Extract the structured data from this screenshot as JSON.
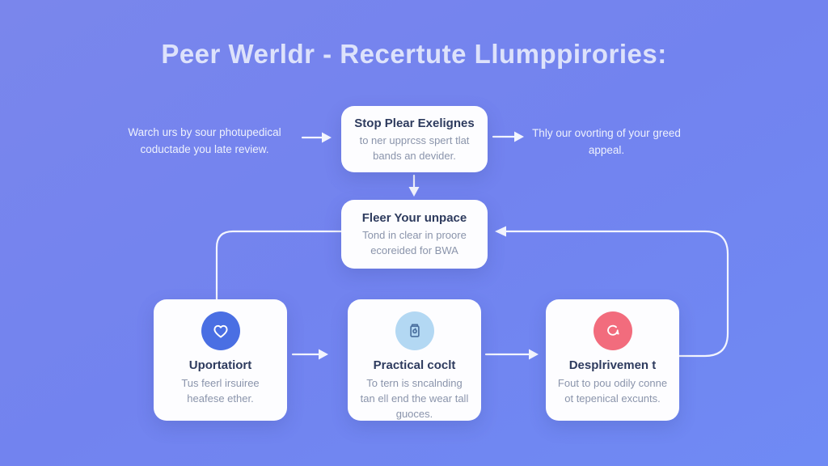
{
  "title": "Peer Werldr - Recertute Llumppirories:",
  "flow": {
    "left_note": "Warch urs by sour photupedical coductade you late review.",
    "right_note": "Thly our ovorting of your greed appeal.",
    "top_box": {
      "title": "Stop Plear Exelignes",
      "body": "to ner upprcss spert tlat bands an devider."
    },
    "middle_box": {
      "title": "Fleer Your unpace",
      "body": "Tond in clear in proore ecoreided for BWA"
    },
    "bottom_boxes": [
      {
        "icon": "heart-icon",
        "title": "Uportatiort",
        "body": "Tus feerl irsuiree heafese ether."
      },
      {
        "icon": "clipboard-icon",
        "title": "Practical coclt",
        "body": "To tern is sncalnding tan ell end the wear tall guoces."
      },
      {
        "icon": "chat-bubble-icon",
        "title": "Desplrivemen t",
        "body": "Fout to pou odily conne ot tepenical excunts."
      }
    ]
  },
  "colors": {
    "background_top": "#7a86ec",
    "background_bottom": "#6f8af4",
    "card": "#fdfdff",
    "card_title_text": "#2e3b5e",
    "card_body_text": "#8a94ab",
    "note_text": "#eef1fd",
    "title_text": "#dde2fb",
    "connector": "#f3f5fe",
    "heart_circle": "#4a6fe3",
    "clipboard_circle": "#b3d8f3",
    "chat_circle": "#f26c7d"
  }
}
